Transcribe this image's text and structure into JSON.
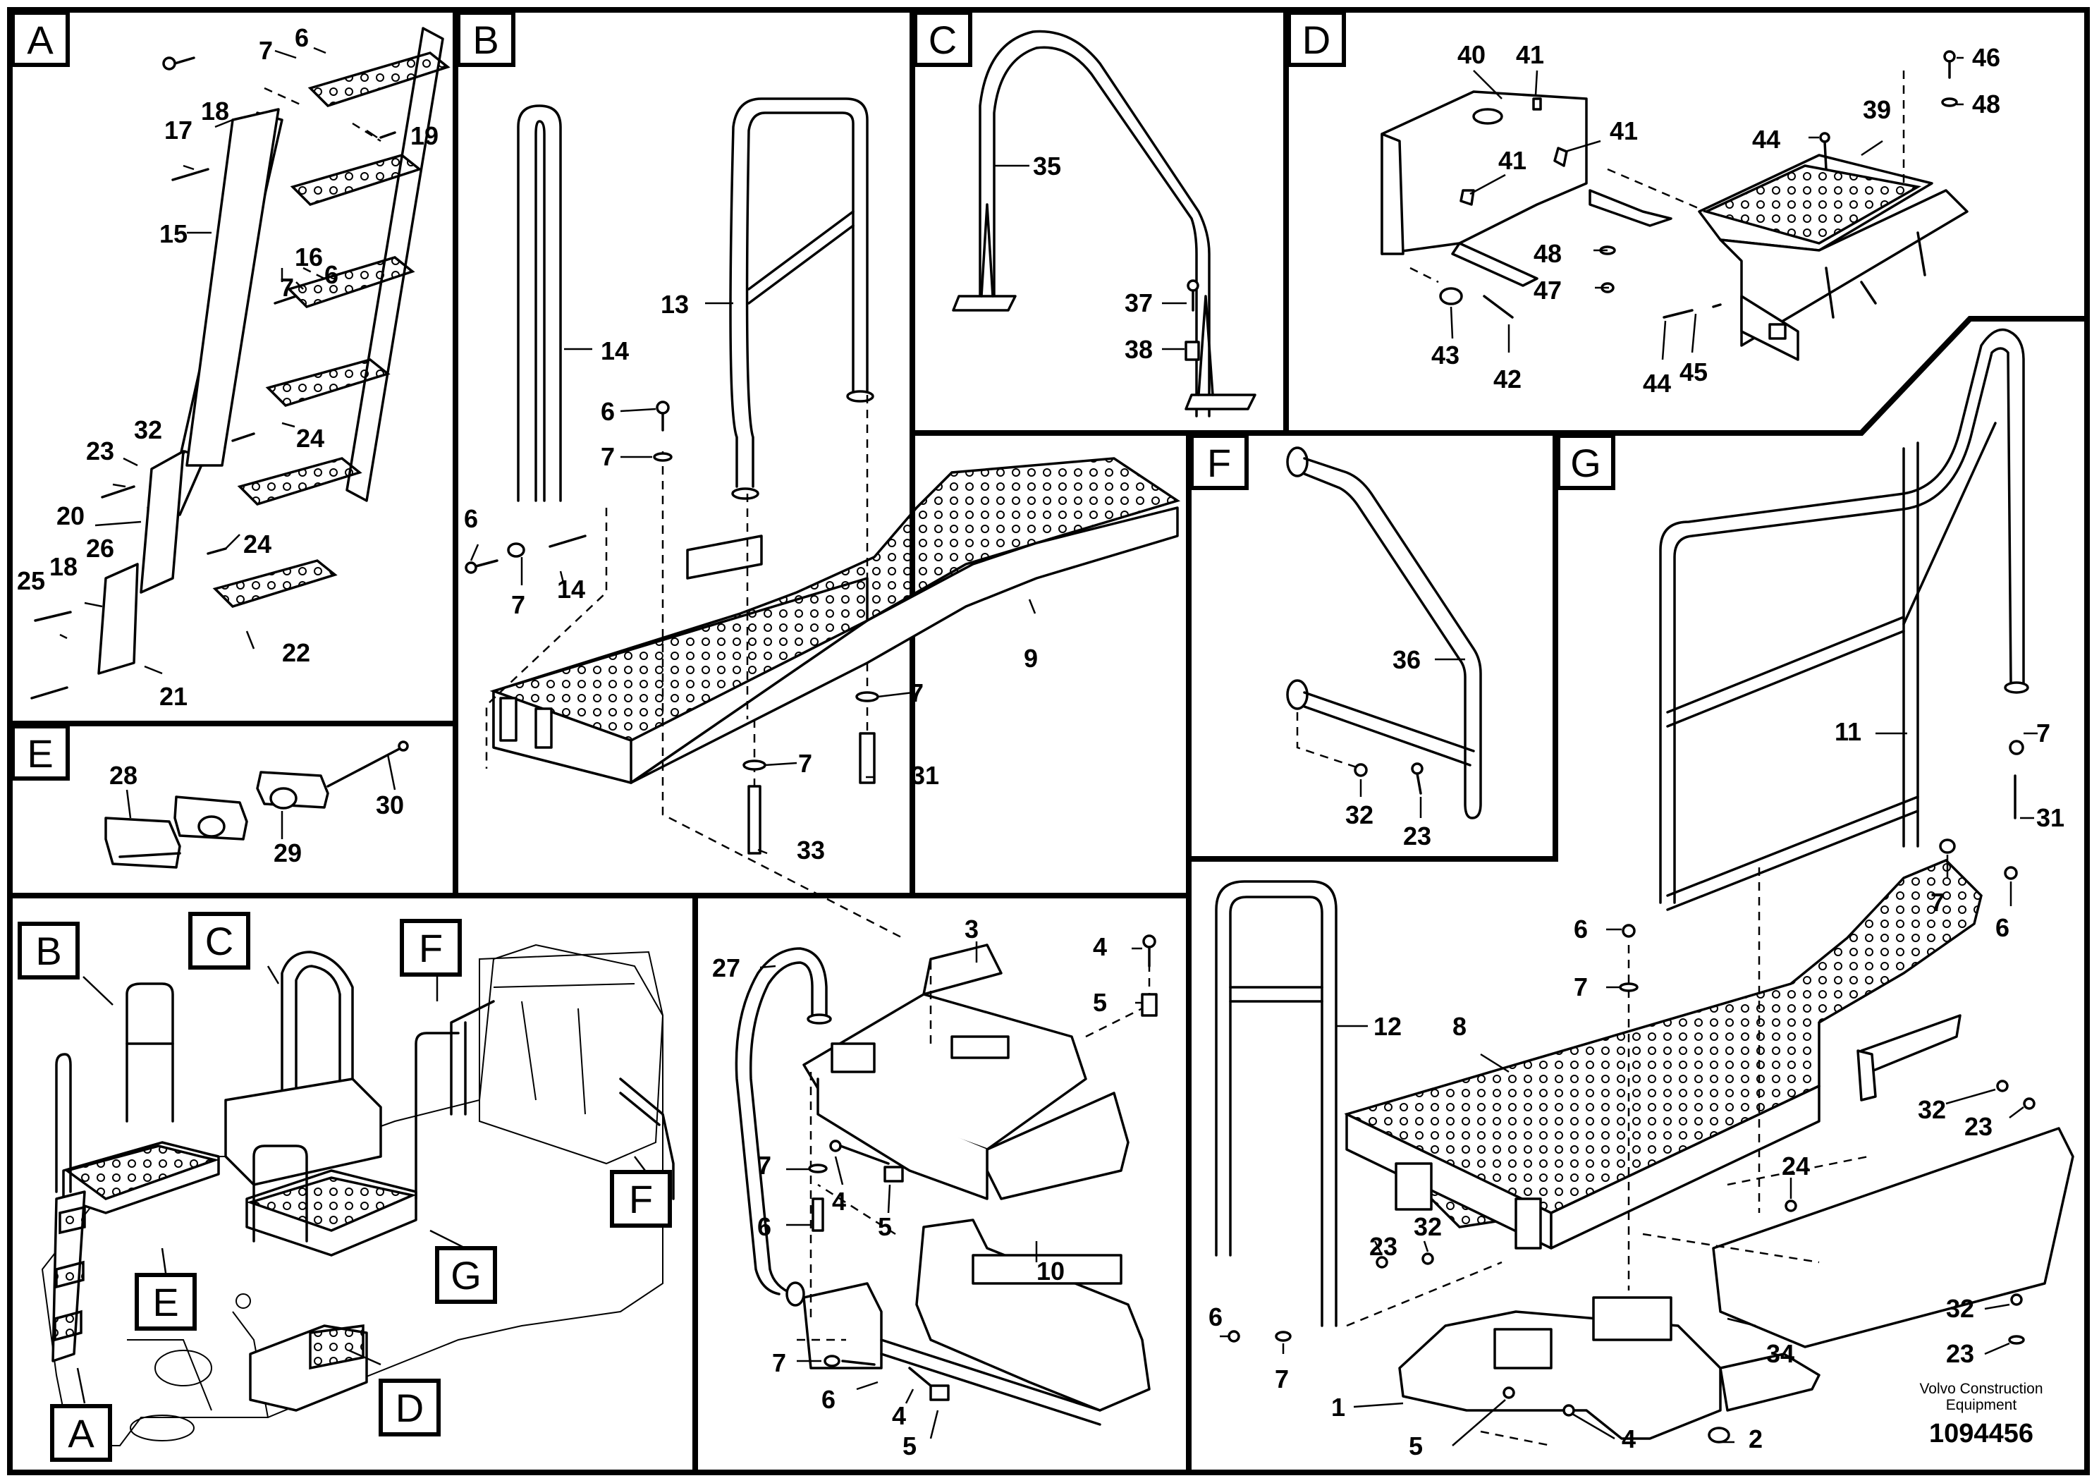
{
  "panels": {
    "A": "A",
    "B": "B",
    "C": "C",
    "D": "D",
    "E": "E",
    "F": "F",
    "G": "G"
  },
  "overview_callouts": {
    "A": "A",
    "B": "B",
    "C": "C",
    "D": "D",
    "E": "E",
    "F1": "F",
    "F2": "F",
    "G": "G"
  },
  "part_numbers": {
    "A": [
      "6",
      "7",
      "18",
      "17",
      "19",
      "15",
      "16",
      "7",
      "6",
      "23",
      "32",
      "24",
      "20",
      "26",
      "18",
      "25",
      "24",
      "22",
      "21"
    ],
    "B": [
      "14",
      "13",
      "6",
      "7",
      "6",
      "7",
      "14",
      "9",
      "7",
      "7",
      "31",
      "33"
    ],
    "C": [
      "35",
      "37",
      "38"
    ],
    "D": [
      "40",
      "41",
      "41",
      "41",
      "46",
      "48",
      "44",
      "39",
      "48",
      "47",
      "43",
      "42",
      "44",
      "45"
    ],
    "E": [
      "28",
      "30",
      "29"
    ],
    "F": [
      "36",
      "32",
      "23"
    ],
    "G": [
      "11",
      "7",
      "31",
      "7",
      "6",
      "6",
      "7",
      "12",
      "8",
      "32",
      "23",
      "24",
      "23",
      "32",
      "6",
      "7",
      "32",
      "23",
      "34",
      "1",
      "5",
      "4",
      "2"
    ],
    "H": [
      "27",
      "3",
      "4",
      "5",
      "7",
      "4",
      "5",
      "6",
      "10",
      "7",
      "6",
      "4",
      "5"
    ]
  },
  "footer": {
    "brand_line1": "Volvo Construction",
    "brand_line2": "Equipment",
    "doc_number": "1094456"
  }
}
